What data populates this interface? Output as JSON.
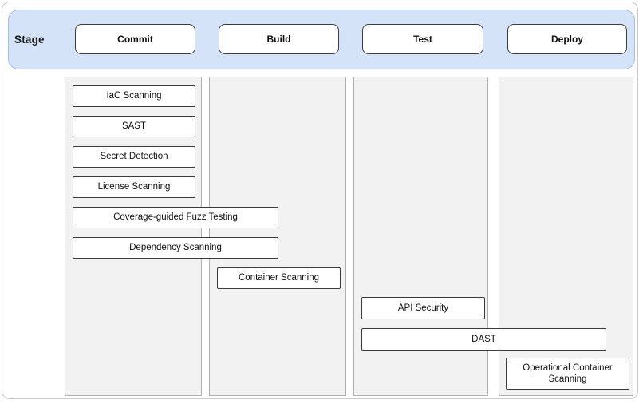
{
  "header": {
    "label": "Stage",
    "stages": [
      {
        "label": "Commit"
      },
      {
        "label": "Build"
      },
      {
        "label": "Test"
      },
      {
        "label": "Deploy"
      }
    ]
  },
  "tasks": [
    {
      "id": "iac-scanning",
      "label": "IaC Scanning",
      "stages": [
        "Commit"
      ]
    },
    {
      "id": "sast",
      "label": "SAST",
      "stages": [
        "Commit"
      ]
    },
    {
      "id": "secret-detection",
      "label": "Secret Detection",
      "stages": [
        "Commit"
      ]
    },
    {
      "id": "license-scanning",
      "label": "License Scanning",
      "stages": [
        "Commit"
      ]
    },
    {
      "id": "coverage-guided-fuzz-testing",
      "label": "Coverage-guided Fuzz Testing",
      "stages": [
        "Commit",
        "Build"
      ]
    },
    {
      "id": "dependency-scanning",
      "label": "Dependency Scanning",
      "stages": [
        "Commit",
        "Build"
      ]
    },
    {
      "id": "container-scanning",
      "label": "Container Scanning",
      "stages": [
        "Build"
      ]
    },
    {
      "id": "api-security",
      "label": "API Security",
      "stages": [
        "Test"
      ]
    },
    {
      "id": "dast",
      "label": "DAST",
      "stages": [
        "Test",
        "Deploy"
      ]
    },
    {
      "id": "operational-container-scanning",
      "label": "Operational Container Scanning",
      "stages": [
        "Deploy"
      ]
    }
  ],
  "colors": {
    "header_fill": "#d4e3f8",
    "header_border": "#a6bfe2",
    "column_fill": "#f2f2f2",
    "column_border": "#b0b0b0",
    "box_border": "#3a3a3a",
    "outer_border": "#c9c9c9",
    "text": "#111111"
  }
}
